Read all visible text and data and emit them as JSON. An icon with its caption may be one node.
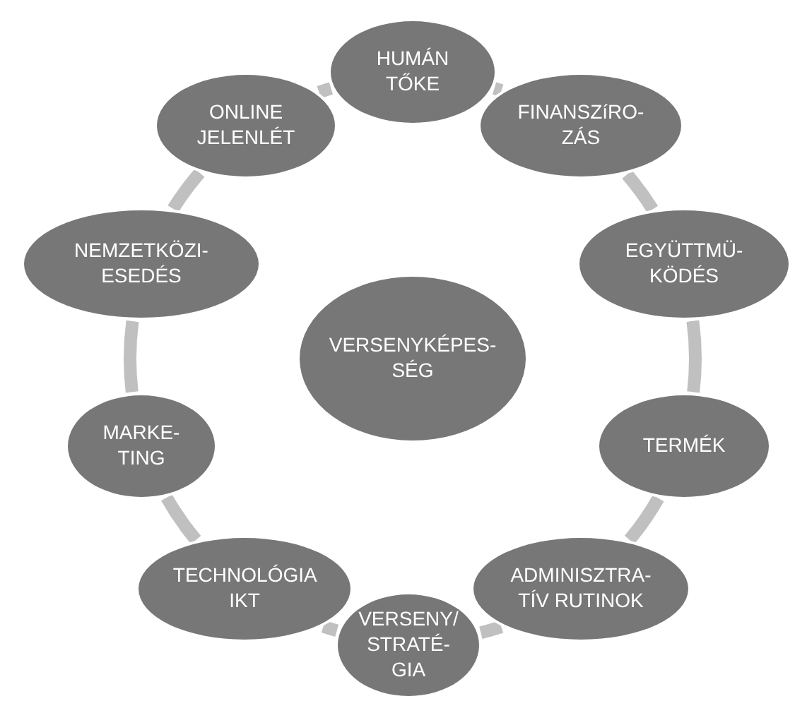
{
  "diagram": {
    "nodes": [
      {
        "text": [
          "VERSENYKÉPES- SÉG"
        ]
      },
      {
        "text": [
          "HUMÁN TŐKE"
        ]
      },
      {
        "text": [
          "FINANSZíRO- ZÁS"
        ]
      },
      {
        "text": [
          "EGYÜTTMÜ- KÖDÉS"
        ]
      },
      {
        "text": [
          "TERMÉK"
        ]
      },
      {
        "text": [
          "ADMINISZTRA- TÍV RUTINOK"
        ]
      },
      {
        "text": [
          "VERSENY/ STRATÉ- GIA"
        ]
      },
      {
        "text": [
          "TECHNOLÓGIA IKT"
        ]
      },
      {
        "text": [
          "MARKE- TING"
        ]
      },
      {
        "text": [
          "NEMZETKÖZI- ESEDÉS"
        ]
      },
      {
        "text": [
          "ONLINE JELENLÉT"
        ]
      }
    ],
    "edges": [
      {
        "from": 1,
        "to": 2,
        "arrow": "none"
      },
      {
        "from": 2,
        "to": 3,
        "arrow": "none"
      },
      {
        "from": 3,
        "to": 4,
        "arrow": "none"
      },
      {
        "from": 4,
        "to": 5,
        "arrow": "none"
      },
      {
        "from": 5,
        "to": 6,
        "arrow": "none"
      },
      {
        "from": 6,
        "to": 7,
        "arrow": "none"
      },
      {
        "from": 7,
        "to": 8,
        "arrow": "none"
      },
      {
        "from": 8,
        "to": 9,
        "arrow": "none"
      },
      {
        "from": 9,
        "to": 10,
        "arrow": "none"
      },
      {
        "from": 10,
        "to": 1,
        "arrow": "none"
      }
    ]
  }
}
